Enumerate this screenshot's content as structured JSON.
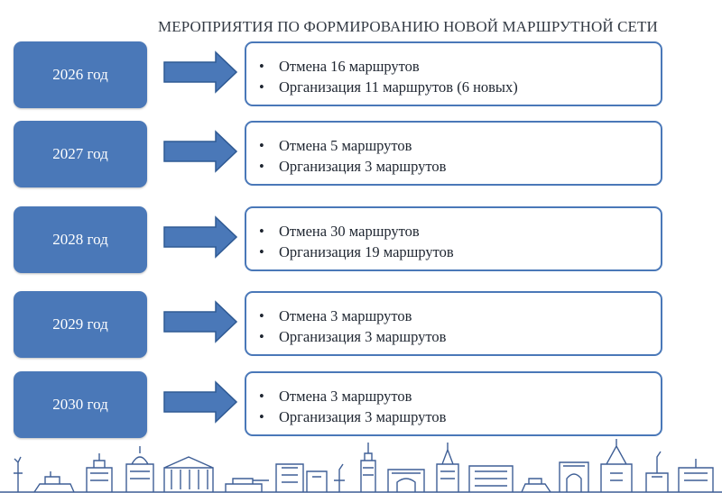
{
  "title": "МЕРОПРИЯТИЯ ПО ФОРМИРОВАНИЮ НОВОЙ МАРШРУТНОЙ СЕТИ",
  "bullet_char": "•",
  "colors": {
    "accent": "#4a78b8",
    "text": "#1e2530",
    "skyline": "#3f5f96"
  },
  "rows": [
    {
      "year": "2026 год",
      "items": [
        "Отмена 16 маршрутов",
        "Организация 11 маршрутов (6 новых)"
      ]
    },
    {
      "year": "2027 год",
      "items": [
        "Отмена 5 маршрутов",
        "Организация 3 маршрутов"
      ]
    },
    {
      "year": "2028 год",
      "items": [
        "Отмена 30 маршрутов",
        "Организация 19 маршрутов"
      ]
    },
    {
      "year": "2029 год",
      "items": [
        "Отмена 3 маршрутов",
        "Организация 3 маршрутов"
      ]
    },
    {
      "year": "2030 год",
      "items": [
        "Отмена 3 маршрутов",
        "Организация 3 маршрутов"
      ]
    }
  ]
}
